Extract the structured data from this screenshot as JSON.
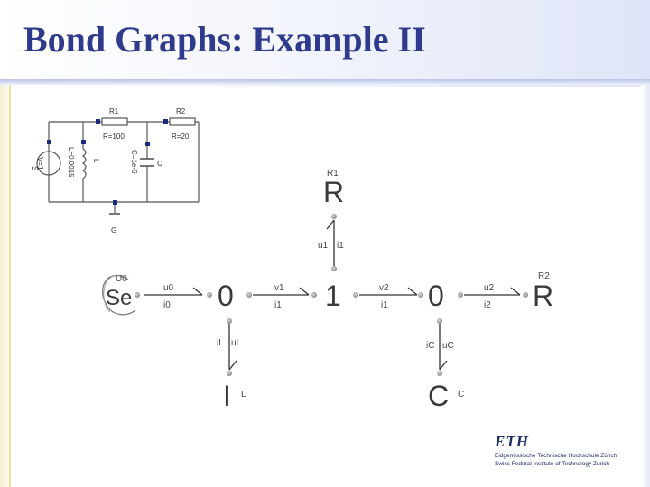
{
  "slide": {
    "title": "Bond Graphs: Example II"
  },
  "circuit": {
    "r1_name": "R1",
    "r1_value": "R=100",
    "r2_name": "R2",
    "r2_value": "R=20",
    "source_value_1": "V=1",
    "source_value_2": "S",
    "inductor_value": "L=0.0015",
    "inductor_name": "L",
    "capacitor_value": "C=1e-6",
    "capacitor_name": "C",
    "ground_name": "G"
  },
  "bond_graph": {
    "r_top_name": "R1",
    "r_top_element": "R",
    "bond_u1": "u1",
    "bond_i1": "i1",
    "source_name": "U0",
    "source_element": "Se",
    "bond_u0": "u0",
    "bond_i0": "i0",
    "junction_0a": "0",
    "bond_v1": "v1",
    "bond_i1b": "i1",
    "junction_1": "1",
    "bond_v2": "v2",
    "bond_i1c": "i1",
    "junction_0b": "0",
    "bond_u2": "u2",
    "bond_i2": "i2",
    "r_right_name": "R2",
    "r_right_element": "R",
    "bond_il": "iL",
    "bond_ul": "uL",
    "i_element": "I",
    "i_name": "L",
    "bond_ic": "iC",
    "bond_uc": "uC",
    "c_element": "C",
    "c_name": "C"
  },
  "logo": {
    "mark": "ETH",
    "line1": "Eidgenössische Technische Hochschule Zürich",
    "line2": "Swiss Federal Institute of Technology Zurich"
  }
}
